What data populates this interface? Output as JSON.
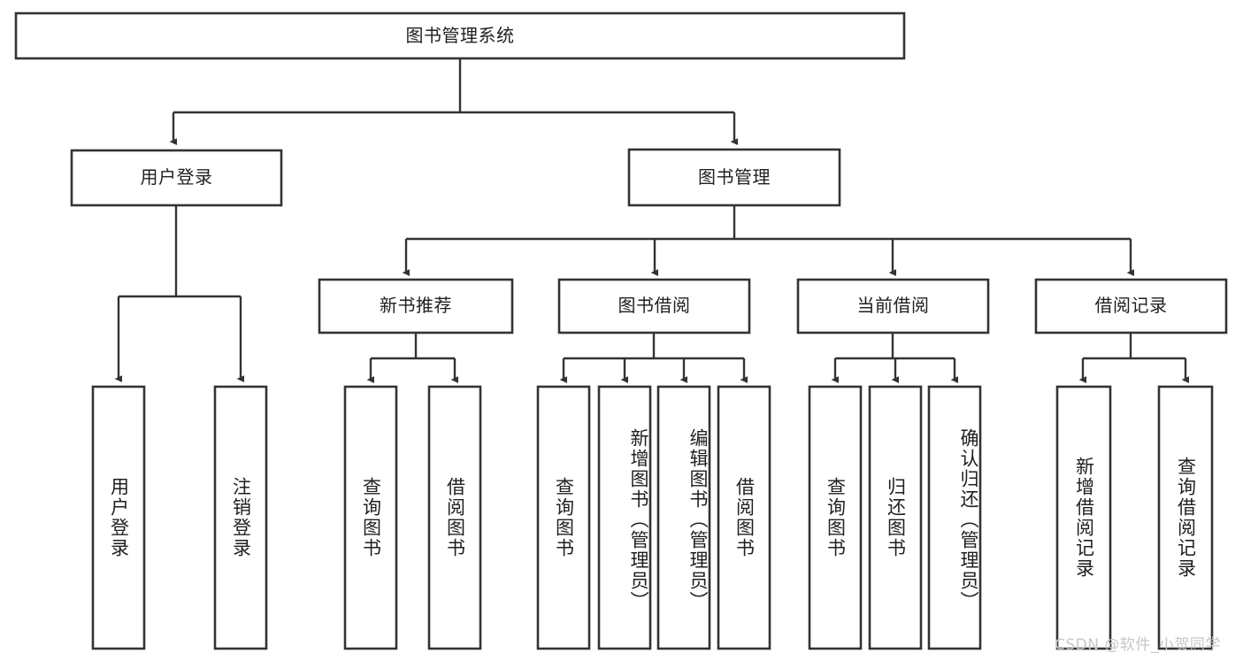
{
  "diagram": {
    "title": "图书管理系统",
    "type": "tree-hierarchy",
    "root": {
      "id": "root",
      "label": "图书管理系统"
    },
    "level1": [
      {
        "id": "user-login",
        "label": "用户登录"
      },
      {
        "id": "book-manage",
        "label": "图书管理"
      }
    ],
    "level2": [
      {
        "id": "new-book-rec",
        "label": "新书推荐",
        "parent": "book-manage"
      },
      {
        "id": "book-borrow",
        "label": "图书借阅",
        "parent": "book-manage"
      },
      {
        "id": "current-borrow",
        "label": "当前借阅",
        "parent": "book-manage"
      },
      {
        "id": "borrow-record",
        "label": "借阅记录",
        "parent": "book-manage"
      }
    ],
    "leaves": {
      "user-login": [
        {
          "id": "leaf-user-login",
          "label": "用户登录"
        },
        {
          "id": "leaf-logout",
          "label": "注销登录"
        }
      ],
      "new-book-rec": [
        {
          "id": "leaf-query-book-1",
          "label": "查询图书"
        },
        {
          "id": "leaf-borrow-book-1",
          "label": "借阅图书"
        }
      ],
      "book-borrow": [
        {
          "id": "leaf-query-book-2",
          "label": "查询图书"
        },
        {
          "id": "leaf-add-book",
          "label": "新增图书（管理员）"
        },
        {
          "id": "leaf-edit-book",
          "label": "编辑图书（管理员）"
        },
        {
          "id": "leaf-borrow-book-2",
          "label": "借阅图书"
        }
      ],
      "current-borrow": [
        {
          "id": "leaf-query-book-3",
          "label": "查询图书"
        },
        {
          "id": "leaf-return-book",
          "label": "归还图书"
        },
        {
          "id": "leaf-confirm-return",
          "label": "确认归还（管理员）"
        }
      ],
      "borrow-record": [
        {
          "id": "leaf-add-record",
          "label": "新增借阅记录"
        },
        {
          "id": "leaf-query-record",
          "label": "查询借阅记录"
        }
      ]
    },
    "colors": {
      "stroke": "#333333",
      "fill": "#ffffff",
      "text": "#1f1f1f",
      "watermark": "#c7c7c7"
    }
  },
  "watermark": {
    "text": "CSDN @软件_小贺同学"
  }
}
